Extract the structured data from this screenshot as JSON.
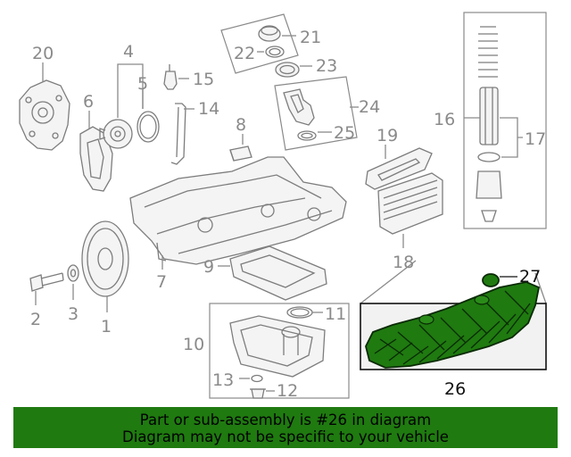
{
  "callouts": {
    "c1": "1",
    "c2": "2",
    "c3": "3",
    "c4": "4",
    "c5": "5",
    "c6": "6",
    "c7": "7",
    "c8": "8",
    "c9": "9",
    "c10": "10",
    "c11": "11",
    "c12": "12",
    "c13": "13",
    "c14": "14",
    "c15": "15",
    "c16": "16",
    "c17": "17",
    "c18": "18",
    "c19": "19",
    "c20": "20",
    "c21": "21",
    "c22": "22",
    "c23": "23",
    "c24": "24",
    "c25": "25",
    "c26": "26",
    "c27": "27"
  },
  "banner": {
    "line1": "Part or sub-assembly is #26 in diagram",
    "line2": "Diagram may not be specific to your vehicle"
  },
  "colors": {
    "highlight": "#1f7a10",
    "line_art": "#7d7d7d"
  }
}
